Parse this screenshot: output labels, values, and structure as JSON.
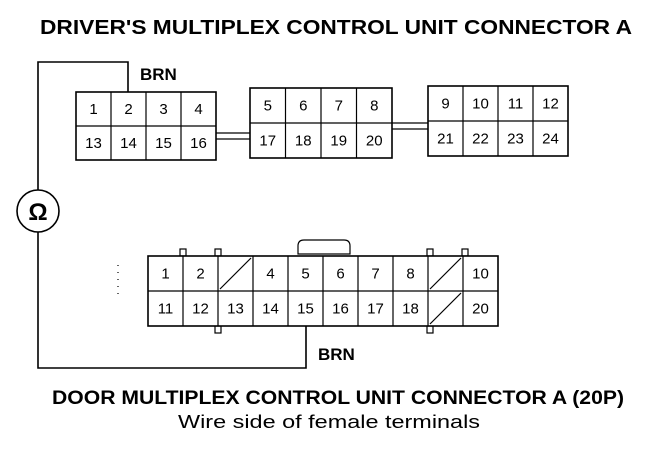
{
  "titles": {
    "top": "DRIVER'S MULTIPLEX CONTROL UNIT CONNECTOR A",
    "bottom": "DOOR MULTIPLEX CONTROL UNIT CONNECTOR A (20P)",
    "subtitle": "Wire side of female terminals"
  },
  "labels": {
    "wire_top": "BRN",
    "wire_bottom": "BRN",
    "meter": "Ω"
  },
  "driver_connector": {
    "blocks": [
      {
        "top": [
          "1",
          "2",
          "3",
          "4"
        ],
        "bottom": [
          "13",
          "14",
          "15",
          "16"
        ]
      },
      {
        "top": [
          "5",
          "6",
          "7",
          "8"
        ],
        "bottom": [
          "17",
          "18",
          "19",
          "20"
        ]
      },
      {
        "top": [
          "9",
          "10",
          "11",
          "12"
        ],
        "bottom": [
          "21",
          "22",
          "23",
          "24"
        ]
      }
    ]
  },
  "door_connector": {
    "top": [
      "1",
      "2",
      "",
      "4",
      "5",
      "6",
      "7",
      "8",
      "",
      "10"
    ],
    "bottom": [
      "11",
      "12",
      "13",
      "14",
      "15",
      "16",
      "17",
      "18",
      "",
      "20"
    ],
    "empty_cells": [
      "top-3",
      "top-9",
      "bottom-9"
    ]
  }
}
